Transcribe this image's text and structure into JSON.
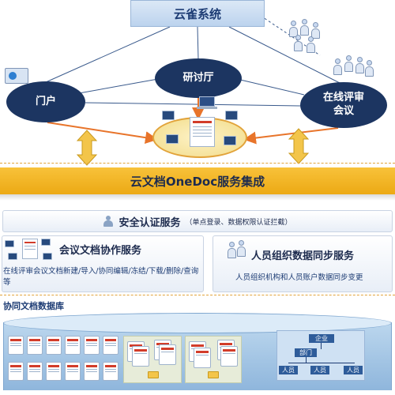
{
  "top_system": {
    "label": "云雀系统"
  },
  "nodes": {
    "portal": "门户",
    "hall": "研讨厅",
    "review_line1": "在线评审",
    "review_line2": "会议"
  },
  "band": {
    "label": "云文档OneDoc服务集成"
  },
  "services": {
    "security": {
      "title": "安全认证服务",
      "note": "（单点登录、数据权限认证拦截）"
    },
    "collab": {
      "title": "会议文档协作服务",
      "desc": "在线评审会议文档新建/导入/协同编辑/冻结/下载/删除/查询等"
    },
    "hr": {
      "title": "人员组织数据同步服务",
      "desc": "人员组织机构和人员账户数据同步变更"
    }
  },
  "database": {
    "label": "协同文档数据库",
    "org_top": "企业",
    "org_mid": "部门",
    "org_leaf": "人员"
  },
  "colors": {
    "navy": "#1c3561",
    "gold": "#eca914",
    "arrow_orange": "#e8742a",
    "arrow_gold": "#f3c54a"
  }
}
